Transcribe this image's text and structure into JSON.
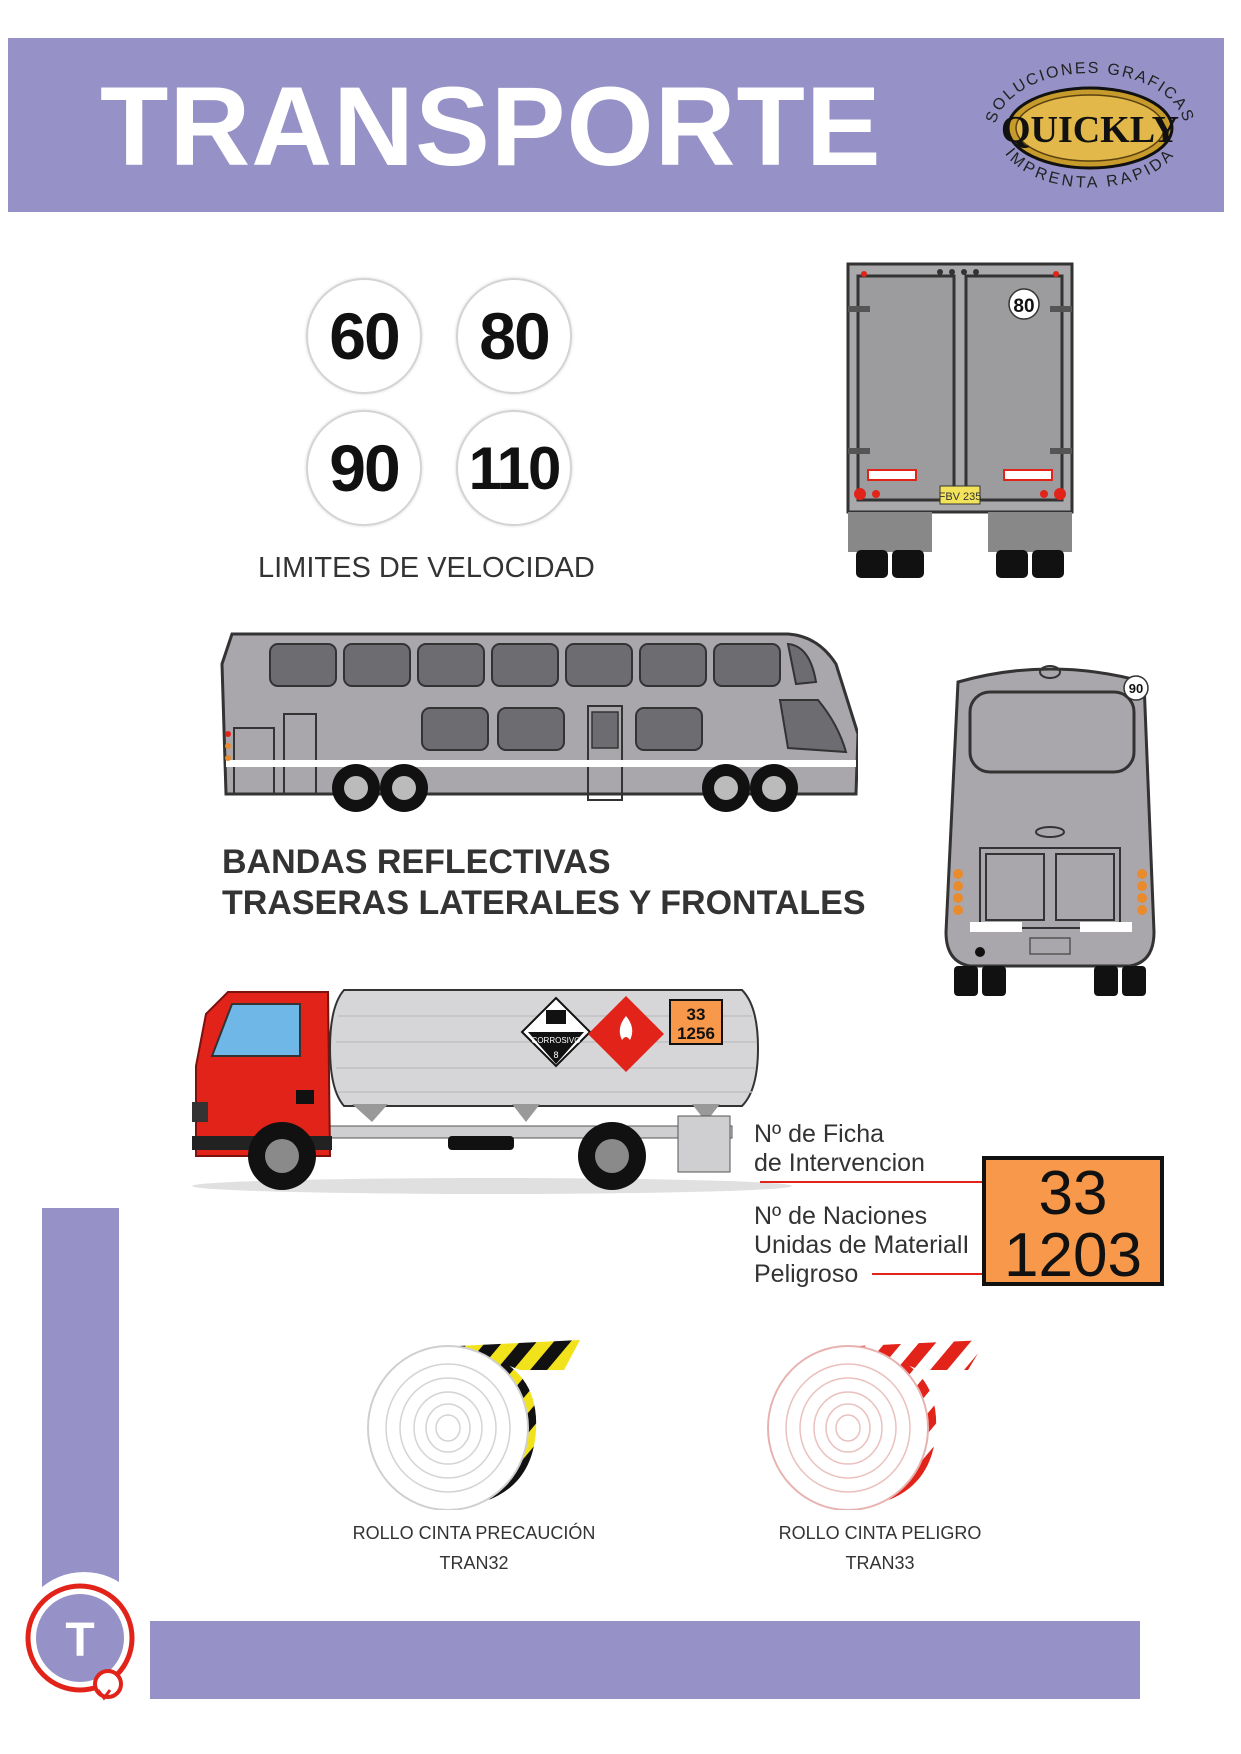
{
  "header": {
    "title": "TRANSPORTE",
    "logo": {
      "top_text": "SOLUCIONES GRAFICAS",
      "brand": "QUICKLY",
      "bottom_text": "IMPRENTA RAPIDA"
    }
  },
  "speed_limits": {
    "values": [
      "60",
      "80",
      "90",
      "110"
    ],
    "caption": "LIMITES DE VELOCIDAD"
  },
  "truck_rear": {
    "speed_badge": "80",
    "plate": "FBV 235"
  },
  "bus_rear": {
    "speed_badge": "90"
  },
  "bands": {
    "line1": "BANDAS REFLECTIVAS",
    "line2": "TRASERAS  LATERALES Y FRONTALES"
  },
  "tanker": {
    "plate_line1": "33",
    "plate_line2": "1256",
    "corrosive_label": "CORROSIVO",
    "corrosive_class": "8"
  },
  "hazard_plate": {
    "line1": "33",
    "line2": "1203",
    "callout_top": [
      "Nº de Ficha",
      "de Intervencion"
    ],
    "callout_bottom": [
      "Nº de Naciones",
      "Unidas de MaterialI",
      "Peligroso"
    ]
  },
  "rolls": [
    {
      "name": "ROLLO CINTA PRECAUCIÓN",
      "code": "TRAN32"
    },
    {
      "name": "ROLLO CINTA PELIGRO",
      "code": "TRAN33"
    }
  ],
  "section_letter": "T",
  "colors": {
    "brand_purple": "#9691c6",
    "hazard_orange": "#f7984a",
    "truck_red": "#e2231a"
  }
}
